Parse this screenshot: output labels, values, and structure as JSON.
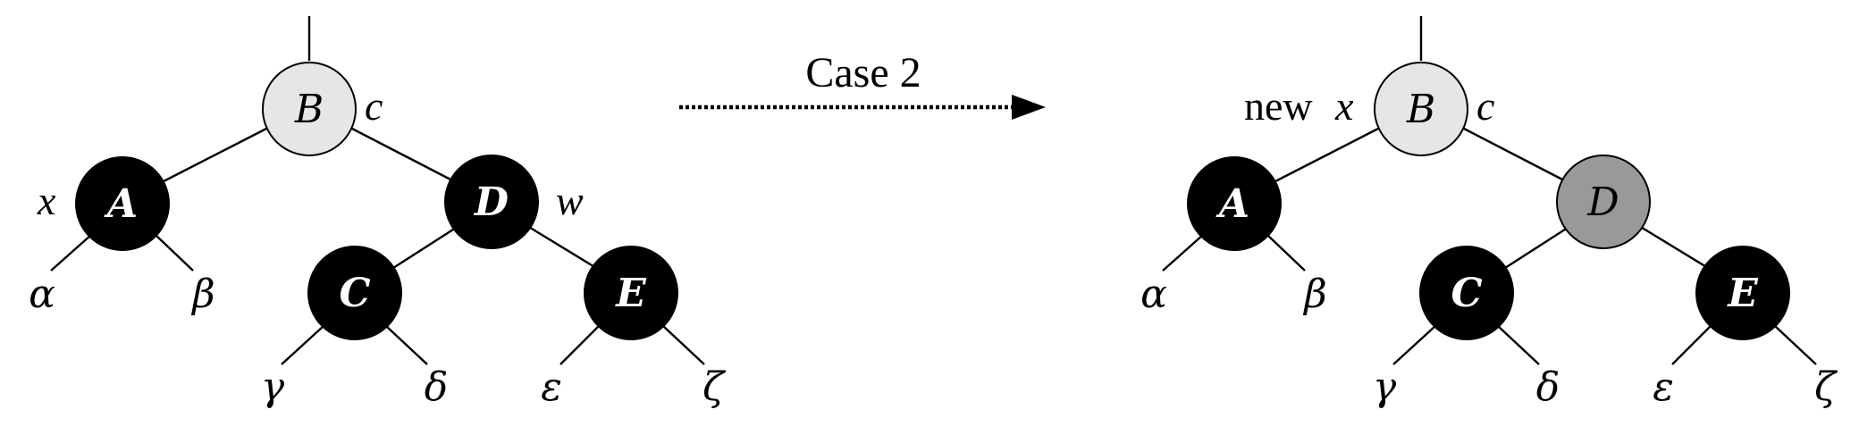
{
  "transition": {
    "label": "Case 2"
  },
  "colors": {
    "black_node": "#000000",
    "light_node": "#e6e6e6",
    "gray_node": "#999999",
    "white_text": "#ffffff",
    "dark_text": "#000000"
  },
  "left_tree": {
    "nodes": {
      "B": {
        "label": "B",
        "color": "light"
      },
      "A": {
        "label": "A",
        "color": "black"
      },
      "D": {
        "label": "D",
        "color": "black"
      },
      "C": {
        "label": "C",
        "color": "black"
      },
      "E": {
        "label": "E",
        "color": "black"
      }
    },
    "annotations": {
      "c": "c",
      "x": "x",
      "w": "w"
    },
    "leaves": {
      "alpha": "α",
      "beta": "β",
      "gamma": "γ",
      "delta": "δ",
      "epsilon": "ε",
      "zeta": "ζ"
    }
  },
  "right_tree": {
    "nodes": {
      "B": {
        "label": "B",
        "color": "light"
      },
      "A": {
        "label": "A",
        "color": "black"
      },
      "D": {
        "label": "D",
        "color": "gray"
      },
      "C": {
        "label": "C",
        "color": "black"
      },
      "E": {
        "label": "E",
        "color": "black"
      }
    },
    "annotations": {
      "c": "c",
      "new": "new",
      "x": "x"
    },
    "leaves": {
      "alpha": "α",
      "beta": "β",
      "gamma": "γ",
      "delta": "δ",
      "epsilon": "ε",
      "zeta": "ζ"
    }
  }
}
